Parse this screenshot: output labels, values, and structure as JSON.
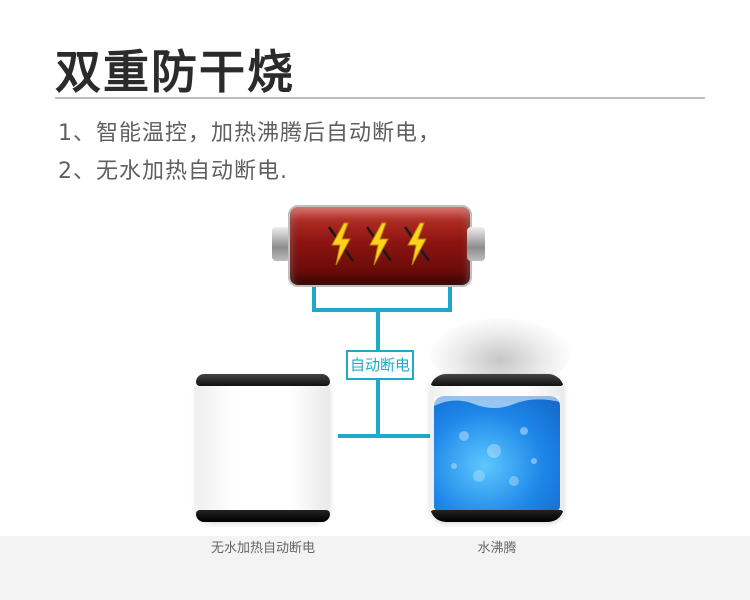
{
  "title": "双重防干烧",
  "features": [
    "1、智能温控，加热沸腾后自动断电，",
    "2、无水加热自动断电."
  ],
  "diagram": {
    "switch_label": "自动断电",
    "left_caption": "无水加热自动断电",
    "right_caption": "水沸腾"
  },
  "colors": {
    "accent": "#20a8c8",
    "battery_red": "#8d1410",
    "water_blue": "#1e86e8",
    "bolt_yellow": "#ffd21e"
  },
  "icons": {
    "battery": "battery-icon",
    "bolt": "lightning-bolt-icon"
  }
}
